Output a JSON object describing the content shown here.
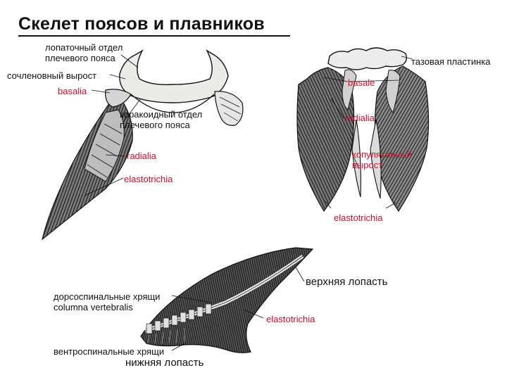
{
  "title": "Скелет поясов и плавников",
  "colors": {
    "label_red": "#c8102e",
    "ink": "#111111",
    "bone": "#e8e8e6"
  },
  "shoulder": {
    "scapular": "лопаточный отдел\nплечевого пояса",
    "articular": "сочленовный вырост",
    "basalia": "basalia",
    "coracoid": "коракоидный отдел\nплечевого пояса",
    "radialia": "radialia",
    "elastotrichia": "elastotrichia"
  },
  "pelvic": {
    "plate": "тазовая пластинка",
    "basale": "basale",
    "radialia": "radialia",
    "copulatory": "копулятивный\nвырост",
    "elastotrichia": "elastotrichia"
  },
  "tail": {
    "upper_lobe": "верхняя лопасть",
    "dorsal": "дорсоспинальные хрящи\ncolumna vertebralis",
    "elastotrichia": "elastotrichia",
    "ventral": "вентроспинальные хрящи",
    "lower_lobe": "нижняя лопасть"
  }
}
